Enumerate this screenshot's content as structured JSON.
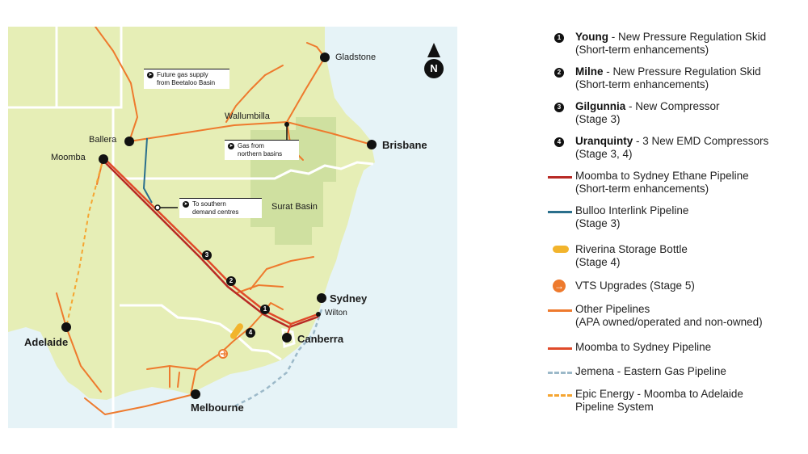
{
  "colors": {
    "sea": "#e6f3f7",
    "land": "#e6eeb6",
    "basin": "#cfe0a0",
    "boundary": "#ffffff",
    "ethane": "#b82a25",
    "moomba_sydney": "#e04a2a",
    "bulloo": "#2a6f8c",
    "other_pipelines": "#ee7a2d",
    "jemena": "#9cb9c9",
    "epic": "#f5a531",
    "storage": "#f2b42c"
  },
  "map": {
    "cities": {
      "gladstone": "Gladstone",
      "wallumbilla": "Wallumbilla",
      "ballera": "Ballera",
      "moomba": "Moomba",
      "brisbane": "Brisbane",
      "surat_basin": "Surat Basin",
      "sydney": "Sydney",
      "wilton": "Wilton",
      "canberra": "Canberra",
      "adelaide": "Adelaide",
      "melbourne": "Melbourne"
    },
    "callouts": {
      "beetaloo": [
        "Future gas supply",
        "from Beetaloo Basin"
      ],
      "northern": [
        "Gas from",
        "northern basins"
      ],
      "southern": [
        "To southern",
        "demand centres"
      ]
    },
    "badges": [
      "1",
      "2",
      "3",
      "4"
    ],
    "north_label": "N"
  },
  "legend": {
    "items": [
      {
        "badge": "1",
        "bold": "Young",
        "rest": " - New Pressure Regulation Skid",
        "line2": "(Short-term enhancements)"
      },
      {
        "badge": "2",
        "bold": "Milne",
        "rest": " - New Pressure Regulation Skid",
        "line2": "(Short-term enhancements)"
      },
      {
        "badge": "3",
        "bold": "Gilgunnia",
        "rest": " - New Compressor",
        "line2": "(Stage 3)"
      },
      {
        "badge": "4",
        "bold": "Uranquinty",
        "rest": " - 3 New EMD Compressors",
        "line2": "(Stage 3, 4)"
      },
      {
        "line1": "Moomba to Sydney Ethane Pipeline",
        "line2": "(Short-term enhancements)"
      },
      {
        "line1": "Bulloo Interlink Pipeline",
        "line2": "(Stage 3)"
      },
      {
        "line1": "Riverina Storage Bottle",
        "line2": "(Stage 4)"
      },
      {
        "line1": "VTS Upgrades (Stage 5)"
      },
      {
        "line1": "Other Pipelines",
        "line2": "(APA owned/operated and non-owned)"
      },
      {
        "line1": "Moomba to Sydney Pipeline"
      },
      {
        "line1": "Jemena - Eastern Gas Pipeline"
      },
      {
        "line1": "Epic Energy - Moomba to Adelaide",
        "line2": "Pipeline System"
      }
    ]
  }
}
